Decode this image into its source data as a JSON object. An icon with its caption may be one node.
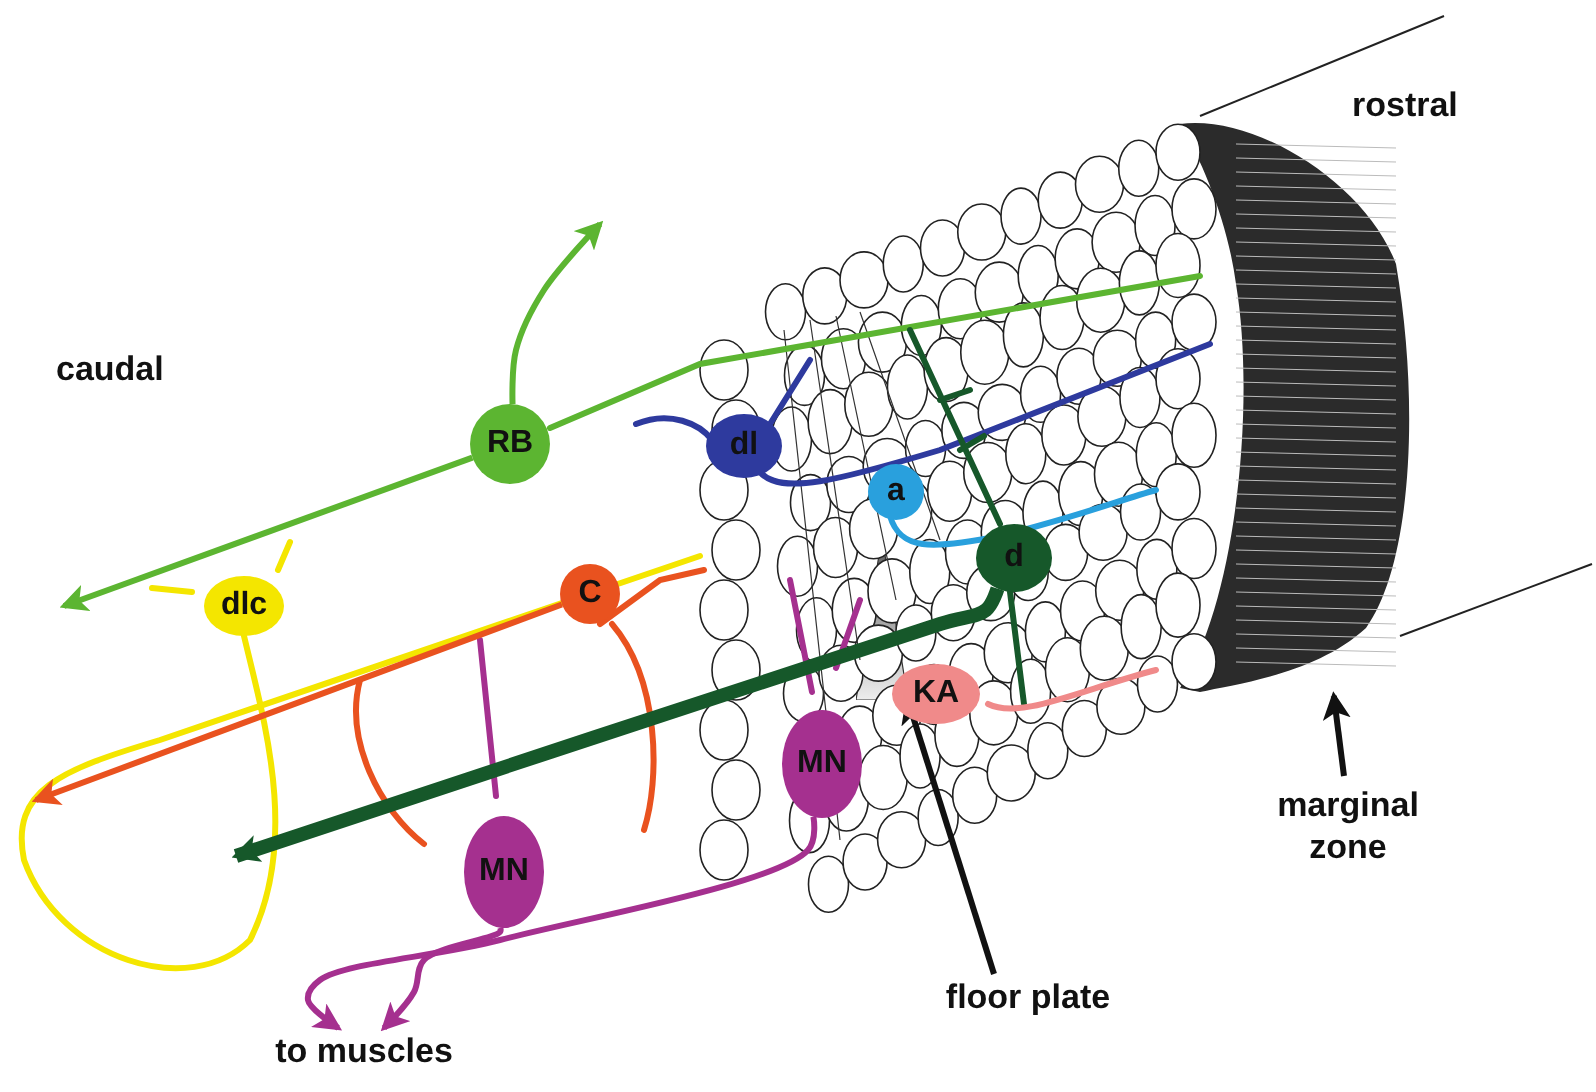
{
  "diagram": {
    "nodes": [
      {
        "text": [
          "RB"
        ]
      },
      {
        "text": [
          "dl"
        ]
      },
      {
        "text": [
          "a"
        ]
      },
      {
        "text": [
          "d"
        ]
      },
      {
        "text": [
          "dlc"
        ]
      },
      {
        "text": [
          "C"
        ]
      },
      {
        "text": [
          "KA"
        ]
      },
      {
        "text": [
          "MN"
        ]
      },
      {
        "text": [
          "MN"
        ]
      },
      {
        "text": [
          "to muscles"
        ]
      },
      {
        "text": [
          "floor plate"
        ]
      },
      {
        "text": [],
        "shape": "triangle"
      },
      {
        "text": [
          "marginal zone"
        ]
      },
      {
        "text": [],
        "shape": "band"
      }
    ],
    "edges": [
      {
        "from": 0,
        "to": null,
        "arrow": "to",
        "color": "#5cb531"
      },
      {
        "from": 0,
        "to": null,
        "arrow": "to",
        "color": "#5cb531"
      },
      {
        "from": 5,
        "to": null,
        "arrow": "to",
        "color": "#e9521f"
      },
      {
        "from": 3,
        "to": null,
        "arrow": "to",
        "style": "thick",
        "color": "#16582a"
      },
      {
        "from": 7,
        "to": 9,
        "arrow": "to",
        "color": "#a5308f"
      },
      {
        "from": 8,
        "to": 9,
        "arrow": "to",
        "color": "#a5308f"
      },
      {
        "from": 10,
        "to": 11,
        "arrow": "to",
        "color": "#111111"
      },
      {
        "from": 12,
        "to": 13,
        "arrow": "to",
        "color": "#111111"
      }
    ],
    "labels": [
      "rostral",
      "caudal"
    ]
  }
}
